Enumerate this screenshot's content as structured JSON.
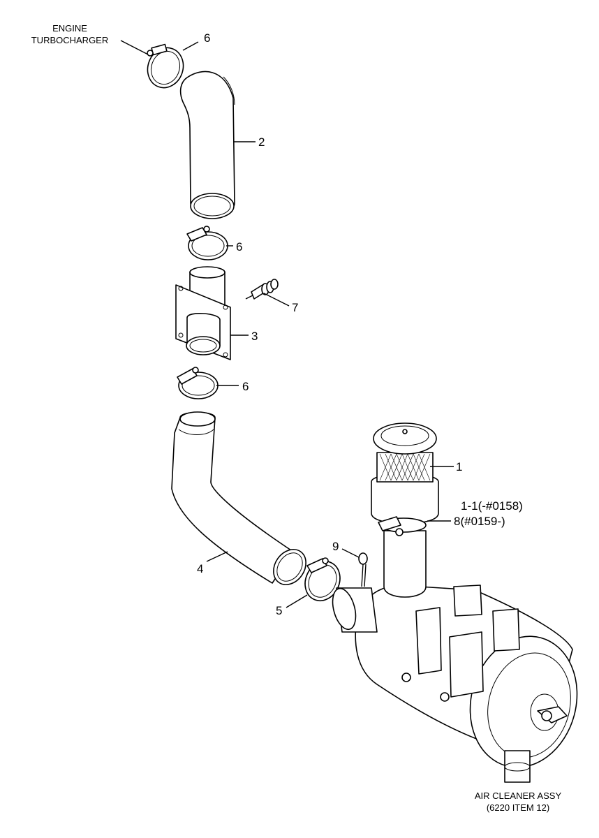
{
  "diagram": {
    "labels": {
      "engine_line1": "ENGINE",
      "engine_line2": "TURBOCHARGER",
      "air_cleaner_line1": "AIR CLEANER ASSY",
      "air_cleaner_line2": "(6220 ITEM 12)"
    },
    "callouts": {
      "c6_top": "6",
      "c2": "2",
      "c6_mid": "6",
      "c7": "7",
      "c3": "3",
      "c6_low": "6",
      "c1": "1",
      "c1_1": "1-1(-#0158)",
      "c8": "8(#0159-)",
      "c9": "9",
      "c4": "4",
      "c5": "5"
    }
  }
}
